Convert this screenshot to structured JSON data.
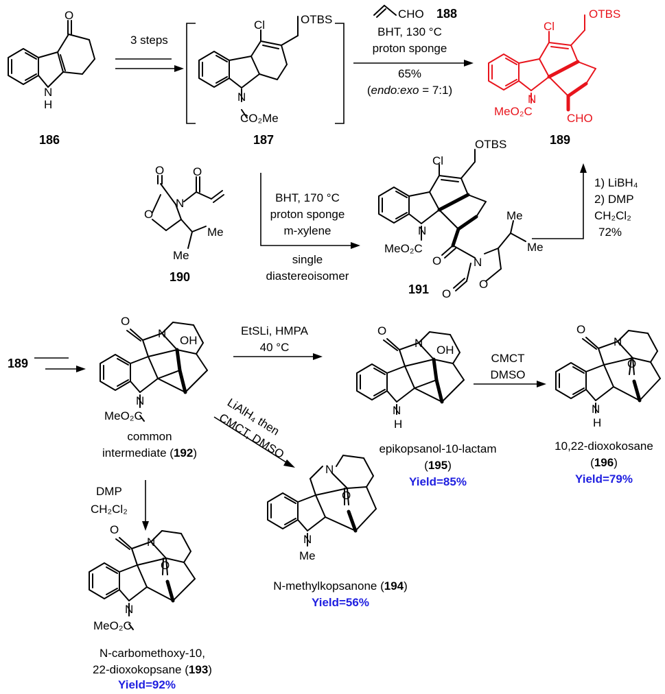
{
  "compounds": {
    "c186": {
      "label": "186"
    },
    "c187": {
      "label": "187",
      "substituents": {
        "cl": "Cl",
        "otbs": "OTBS",
        "co2me": "CO₂Me"
      }
    },
    "c188": {
      "label": "188",
      "formula": "CHO"
    },
    "c189": {
      "label": "189",
      "substituents": {
        "cl": "Cl",
        "otbs": "OTBS",
        "meo2c": "MeO₂C",
        "cho": "CHO",
        "n": "N"
      }
    },
    "c190": {
      "label": "190",
      "substituents": {
        "me_top": "Me",
        "me_bottom": "Me",
        "o_carbonyl": "O",
        "o_ring": "O",
        "n": "N"
      }
    },
    "c191": {
      "label": "191",
      "substituents": {
        "cl": "Cl",
        "otbs": "OTBS",
        "meo2c": "MeO₂C",
        "me_top": "Me",
        "me_bottom": "Me",
        "o1": "O",
        "o2": "O",
        "o3": "O",
        "n1": "N",
        "n2": "N"
      }
    },
    "c192": {
      "label": "192",
      "caption_line1": "common",
      "caption_line2_pre": "intermediate (",
      "caption_line2_post": ")",
      "substituents": {
        "meo2c": "MeO₂C",
        "oh": "OH",
        "n": "N",
        "o": "O"
      }
    },
    "c193": {
      "label": "193",
      "caption_line1": "N-carbomethoxy-10,",
      "caption_line2_pre": "22-dioxokopsane (",
      "caption_line2_post": ")",
      "yield": "Yield=92%",
      "substituents": {
        "meo2c": "MeO₂C",
        "o": "O",
        "n": "N"
      }
    },
    "c194": {
      "label": "194",
      "caption_pre": "N-methylkopsanone (",
      "caption_post": ")",
      "yield": "Yield=56%",
      "substituents": {
        "me": "Me",
        "o": "O",
        "n": "N"
      }
    },
    "c195": {
      "label": "195",
      "caption_line1": "epikopsanol-10-lactam",
      "caption_pre": "(",
      "caption_post": ")",
      "yield": "Yield=85%",
      "substituents": {
        "oh": "OH",
        "h": "H",
        "n": "N",
        "o": "O"
      }
    },
    "c196": {
      "label": "196",
      "caption_line1": "10,22-dioxokosane",
      "caption_pre": "(",
      "caption_post": ")",
      "yield": "Yield=79%",
      "substituents": {
        "h": "H",
        "n": "N",
        "o": "O"
      }
    }
  },
  "conditions": {
    "step_186_187": "3 steps",
    "step_187_189": {
      "line1": "BHT, 130 °C",
      "line2": "proton sponge",
      "line3": "65%",
      "line4_pre": "(",
      "line4_italic": "endo:exo",
      "line4_post": " = 7:1)"
    },
    "step_190_191": {
      "line1": "BHT, 170 °C",
      "line2": "proton sponge",
      "line3": "m-xylene",
      "line4": "single",
      "line5": "diastereoisomer"
    },
    "step_191_189": {
      "line1": "1) LiBH₄",
      "line2": "2) DMP",
      "line3": "CH₂Cl₂",
      "line4": "72%"
    },
    "step_192_195": {
      "line1": "EtSLi, HMPA",
      "line2": "40 °C"
    },
    "step_195_196": {
      "line1": "CMCT",
      "line2": "DMSO"
    },
    "step_192_194": {
      "line1": "LiAlH₄ then",
      "line2": "CMCT, DMSO"
    },
    "step_192_193": {
      "line1": "DMP",
      "line2": "CH₂Cl₂"
    },
    "start_label": "189"
  },
  "colors": {
    "highlight": "#e8141c",
    "yield": "#2020e0"
  }
}
